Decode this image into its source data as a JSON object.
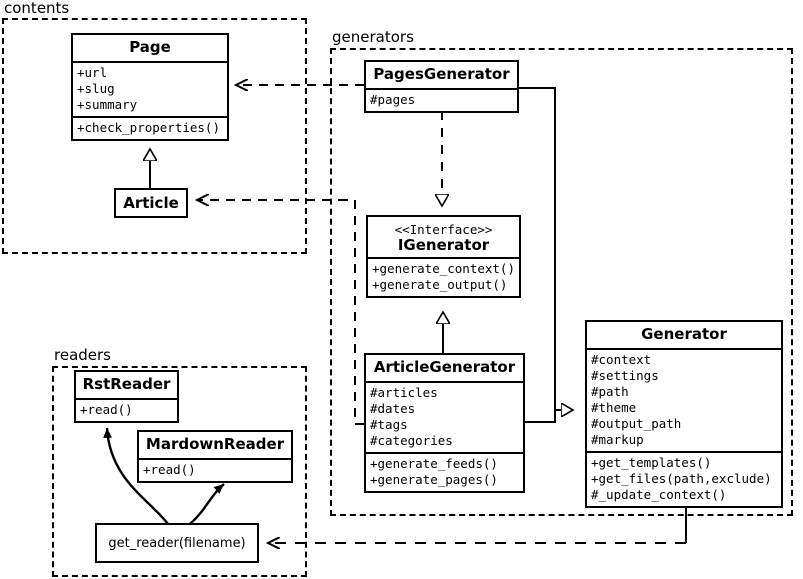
{
  "diagram": {
    "title": "Pelican architecture UML class diagram",
    "background": "#ffffff",
    "line_color": "#000000"
  },
  "packages": [
    {
      "id": "contents",
      "label": "contents"
    },
    {
      "id": "generators",
      "label": "generators"
    },
    {
      "id": "readers",
      "label": "readers"
    }
  ],
  "classes": {
    "page": {
      "name": "Page",
      "attributes": [
        "+url",
        "+slug",
        "+summary"
      ],
      "methods": [
        "+check_properties()"
      ]
    },
    "article": {
      "name": "Article",
      "attributes": [],
      "methods": []
    },
    "pages_generator": {
      "name": "PagesGenerator",
      "attributes": [
        "#pages"
      ],
      "methods": []
    },
    "igenerator": {
      "stereotype": "<<Interface>>",
      "name": "IGenerator",
      "attributes": [],
      "methods": [
        "+generate_context()",
        "+generate_output()"
      ]
    },
    "article_generator": {
      "name": "ArticleGenerator",
      "attributes": [
        "#articles",
        "#dates",
        "#tags",
        "#categories"
      ],
      "methods": [
        "+generate_feeds()",
        "+generate_pages()"
      ]
    },
    "generator": {
      "name": "Generator",
      "attributes": [
        "#context",
        "#settings",
        "#path",
        "#theme",
        "#output_path",
        "#markup"
      ],
      "methods": [
        "+get_templates()",
        "+get_files(path,exclude)",
        "#_update_context()"
      ]
    },
    "rst_reader": {
      "name": "RstReader",
      "attributes": [],
      "methods": [
        "+read()"
      ]
    },
    "mardown_reader": {
      "name": "MardownReader",
      "attributes": [],
      "methods": [
        "+read()"
      ]
    },
    "get_reader": {
      "name": "get_reader(filename)"
    }
  },
  "relations": [
    {
      "id": "pagesgen-page",
      "type": "dependency",
      "from": "PagesGenerator",
      "to": "Page",
      "style": "dashed",
      "arrow": "open"
    },
    {
      "id": "articlegen-article",
      "type": "dependency",
      "from": "ArticleGenerator",
      "to": "Article",
      "style": "dashed",
      "arrow": "open"
    },
    {
      "id": "pagesgen-igenerator",
      "type": "realization",
      "from": "PagesGenerator",
      "to": "IGenerator",
      "style": "dashed",
      "arrow": "hollow-triangle"
    },
    {
      "id": "articlegen-igenerator",
      "type": "inheritance",
      "from": "ArticleGenerator",
      "to": "IGenerator",
      "style": "solid",
      "arrow": "hollow-triangle"
    },
    {
      "id": "page-article",
      "type": "inheritance",
      "from": "Article",
      "to": "Page",
      "style": "solid",
      "arrow": "hollow-triangle"
    },
    {
      "id": "pagesgen-generator",
      "type": "inheritance",
      "from": "PagesGenerator",
      "to": "Generator",
      "style": "solid",
      "arrow": "hollow-triangle"
    },
    {
      "id": "articlegen-generator",
      "type": "inheritance",
      "from": "ArticleGenerator",
      "to": "Generator",
      "style": "solid",
      "arrow": "hollow-triangle"
    },
    {
      "id": "generator-getreader",
      "type": "dependency",
      "from": "Generator",
      "to": "get_reader(filename)",
      "style": "dashed",
      "arrow": "open"
    },
    {
      "id": "getreader-rstreader",
      "type": "creates",
      "from": "get_reader(filename)",
      "to": "RstReader",
      "style": "curved-solid",
      "arrow": "filled"
    },
    {
      "id": "getreader-mdreader",
      "type": "creates",
      "from": "get_reader(filename)",
      "to": "MardownReader",
      "style": "curved-solid",
      "arrow": "filled"
    }
  ]
}
